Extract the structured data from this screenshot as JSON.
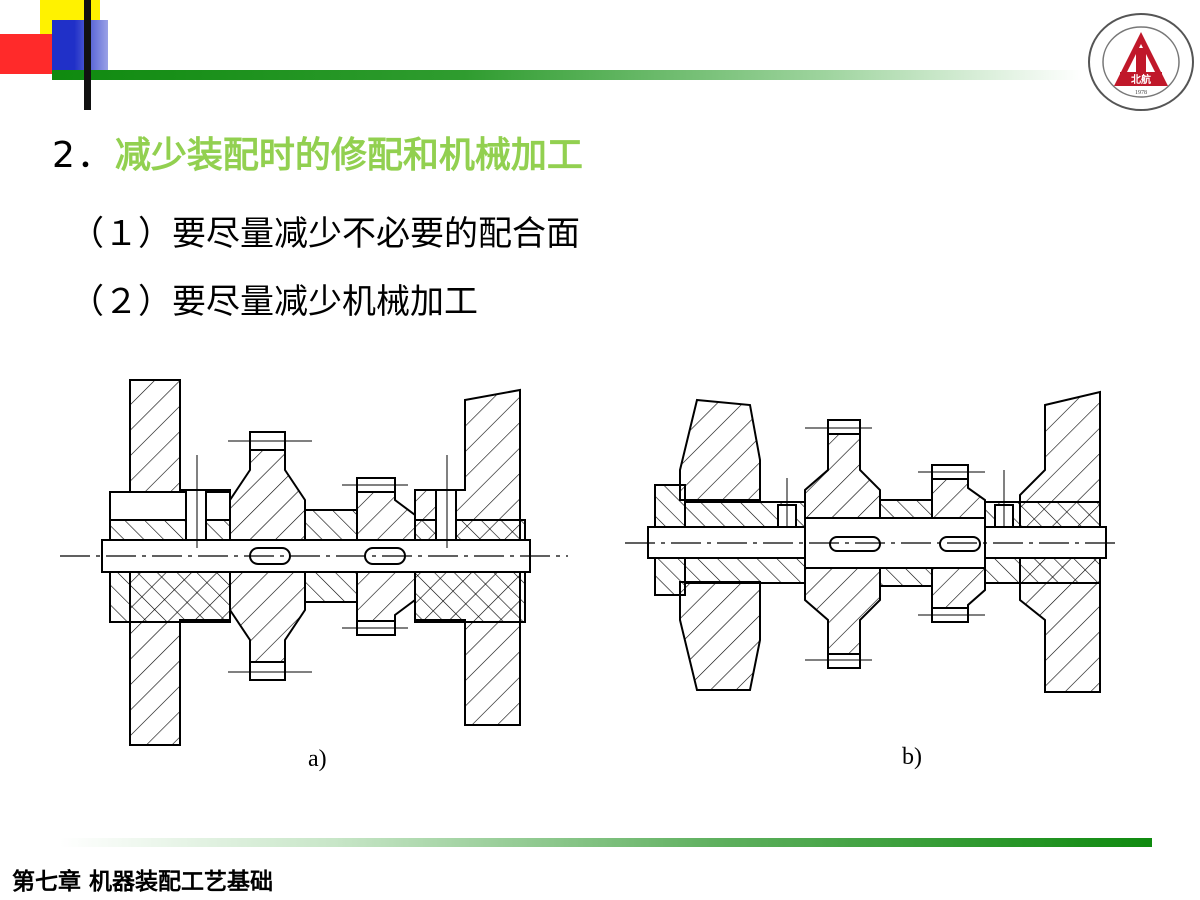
{
  "slide": {
    "heading_number": "2．",
    "heading_text": "减少装配时的修配和机械加工",
    "items": [
      "（１）要尽量减少不必要的配合面",
      "（２）要尽量减少机械加工"
    ],
    "footer": "第七章  机器装配工艺基础"
  },
  "figures": {
    "caption_a": "a)",
    "caption_b": "b)"
  },
  "logo": {
    "center_text": "北航",
    "year": "1978"
  },
  "colors": {
    "heading_accent": "#92d050",
    "rule_green": "#0f8a0f",
    "logo_red": "#c0182a"
  },
  "icons": {
    "logo": "university-seal-icon"
  }
}
